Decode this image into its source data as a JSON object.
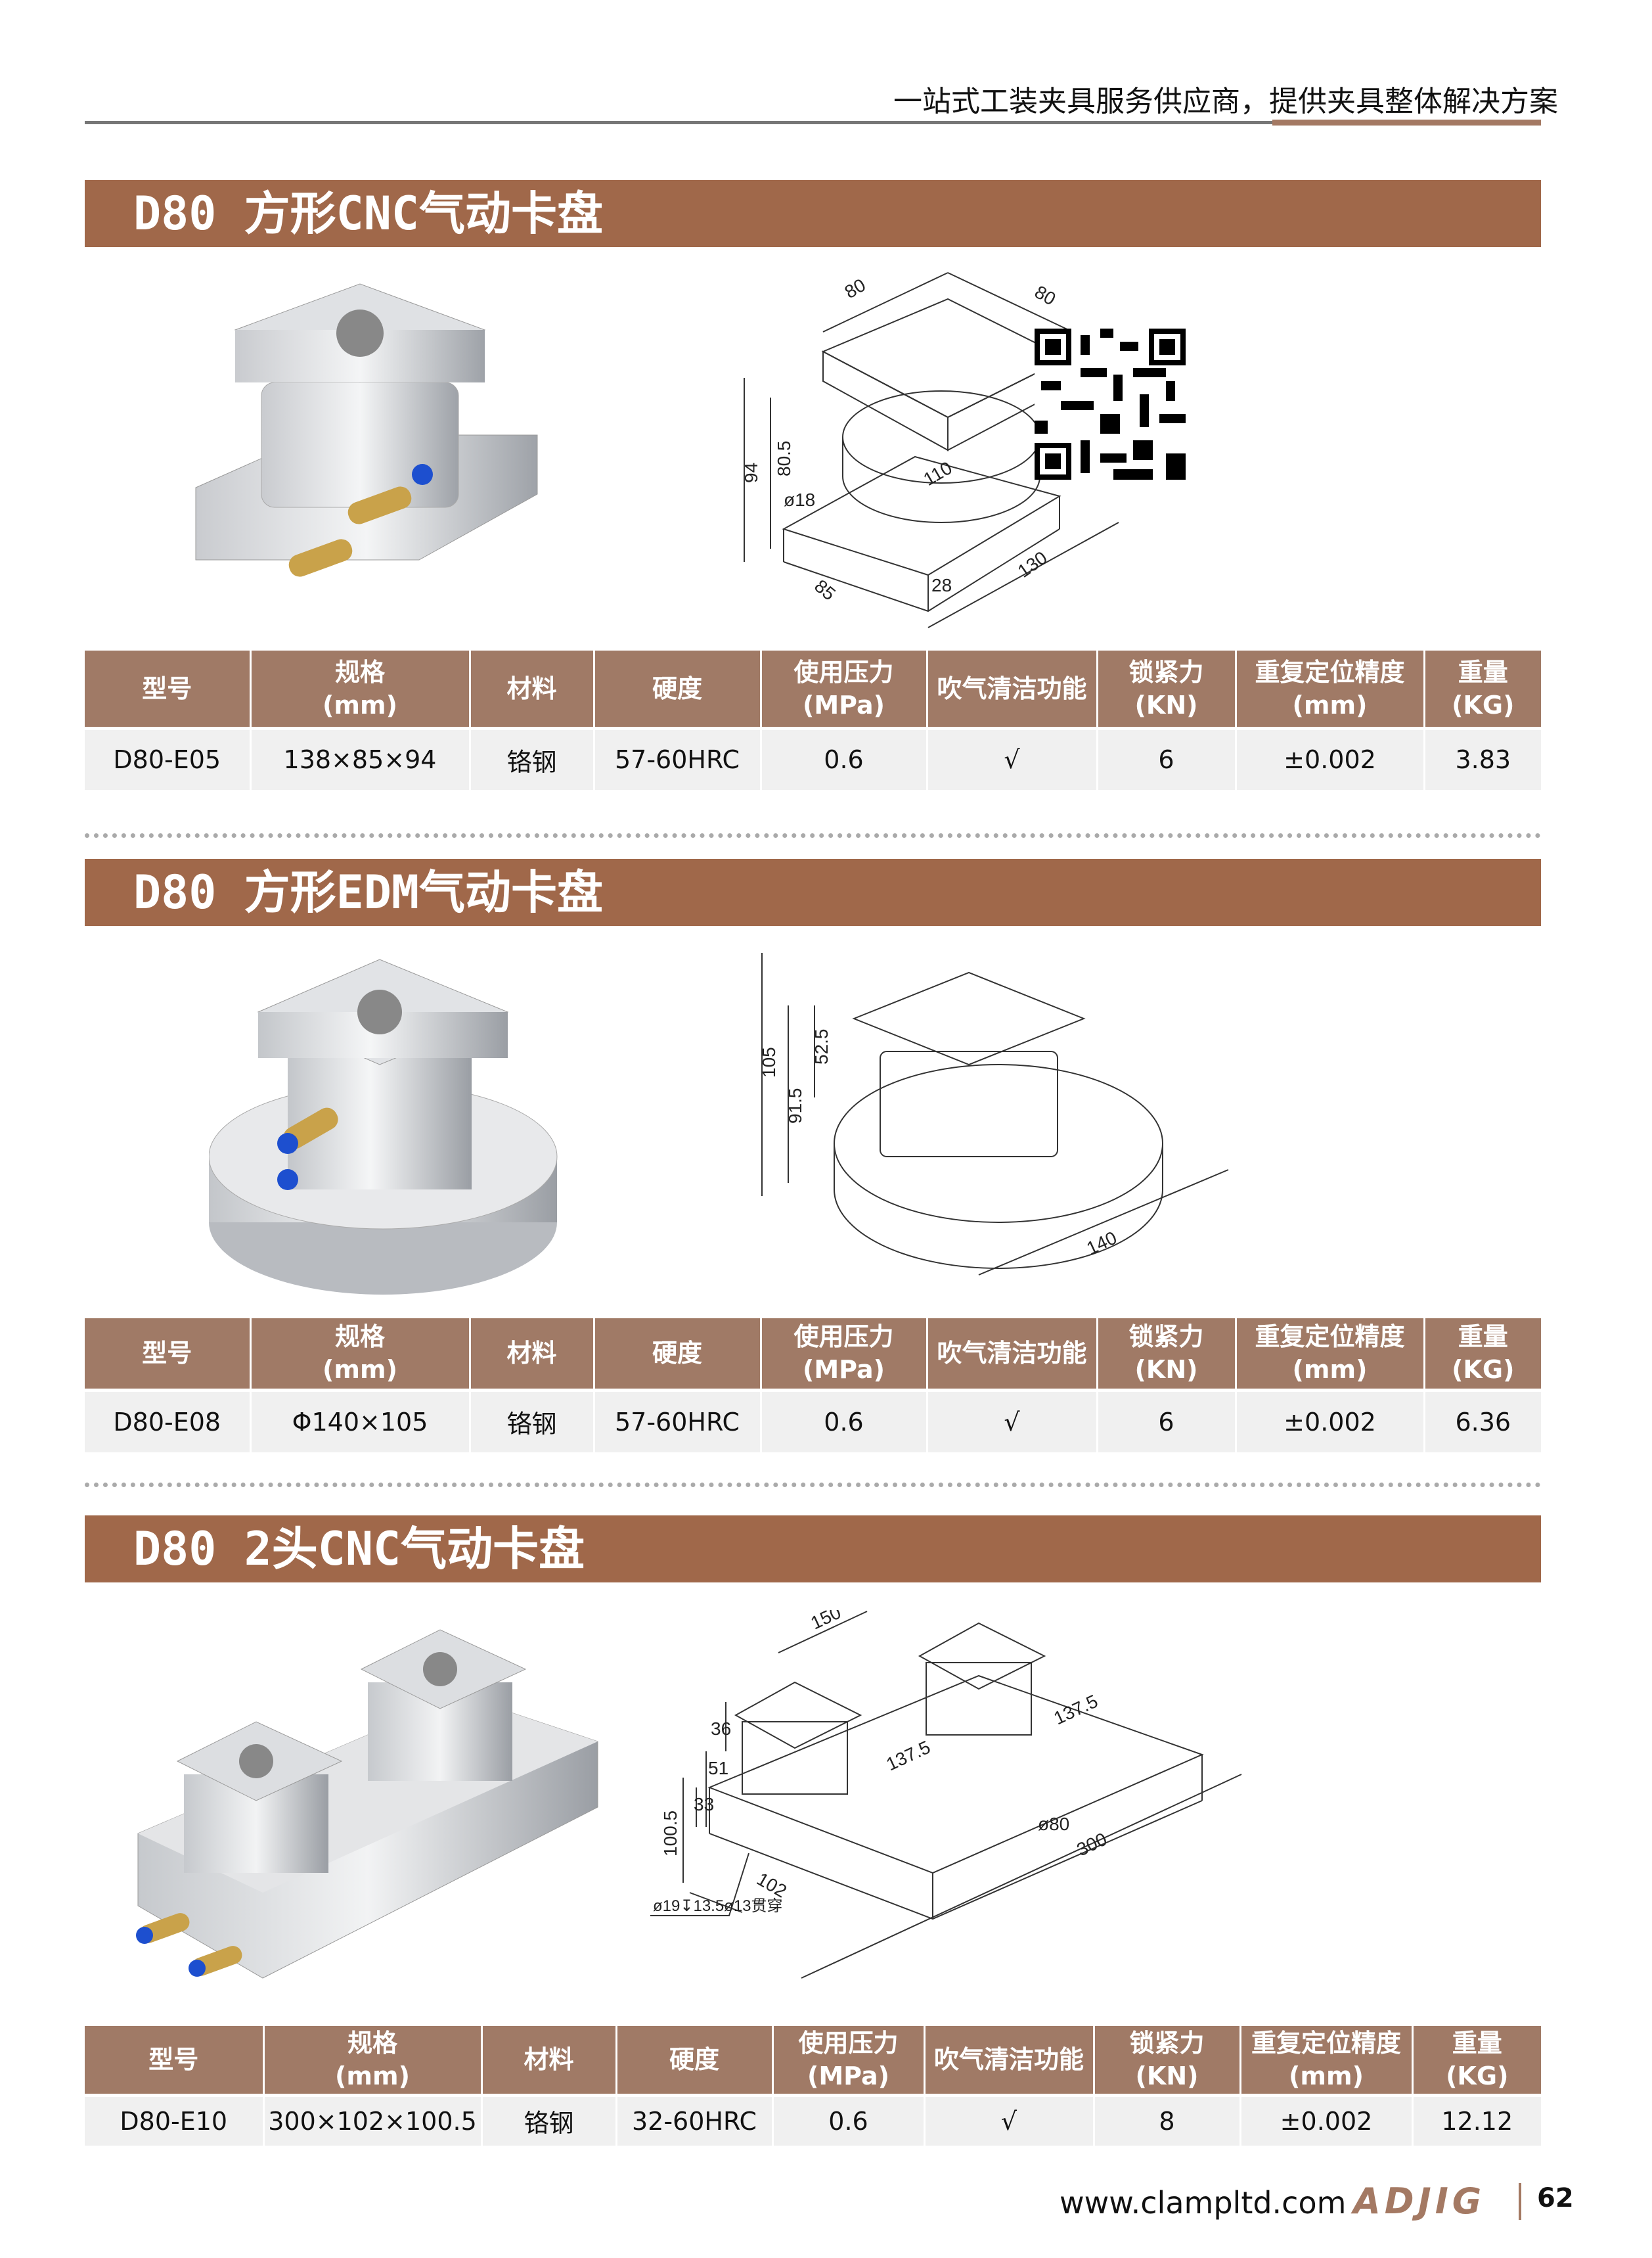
{
  "header": {
    "tagline": "一站式工装夹具服务供应商，提供夹具整体解决方案"
  },
  "columns": [
    {
      "l1": "型号",
      "l2": ""
    },
    {
      "l1": "规格",
      "l2": "(mm)"
    },
    {
      "l1": "材料",
      "l2": ""
    },
    {
      "l1": "硬度",
      "l2": ""
    },
    {
      "l1": "使用压力",
      "l2": "(MPa)"
    },
    {
      "l1": "吹气清洁功能",
      "l2": ""
    },
    {
      "l1": "锁紧力",
      "l2": "(KN)"
    },
    {
      "l1": "重复定位精度",
      "l2": "(mm)"
    },
    {
      "l1": "重量",
      "l2": "(KG)"
    }
  ],
  "sections": [
    {
      "title": "D80 方形CNC气动卡盘",
      "dims": [
        "80",
        "80",
        "94",
        "80.5",
        "ø18",
        "110",
        "85",
        "28",
        "130"
      ],
      "row": [
        "D80-E05",
        "138×85×94",
        "铬钢",
        "57-60HRC",
        "0.6",
        "√",
        "6",
        "±0.002",
        "3.83"
      ]
    },
    {
      "title": "D80 方形EDM气动卡盘",
      "dims": [
        "105",
        "91.5",
        "52.5",
        "140"
      ],
      "row": [
        "D80-E08",
        "Φ140×105",
        "铬钢",
        "57-60HRC",
        "0.6",
        "√",
        "6",
        "±0.002",
        "6.36"
      ]
    },
    {
      "title": "D80 2头CNC气动卡盘",
      "dims": [
        "150",
        "36",
        "51",
        "33",
        "100.5",
        "102",
        "137.5",
        "137.5",
        "ø80",
        "300",
        "ø19↧13.5ø13贯穿"
      ],
      "row": [
        "D80-E10",
        "300×102×100.5",
        "铬钢",
        "32-60HRC",
        "0.6",
        "√",
        "8",
        "±0.002",
        "12.12"
      ]
    }
  ],
  "footer": {
    "url": "www.clampltd.com",
    "logo": "ADJIG",
    "page": "62"
  },
  "colors": {
    "brand": "#a0684a",
    "header_row": "#a07a66",
    "row_bg": "#f0f0f0"
  }
}
